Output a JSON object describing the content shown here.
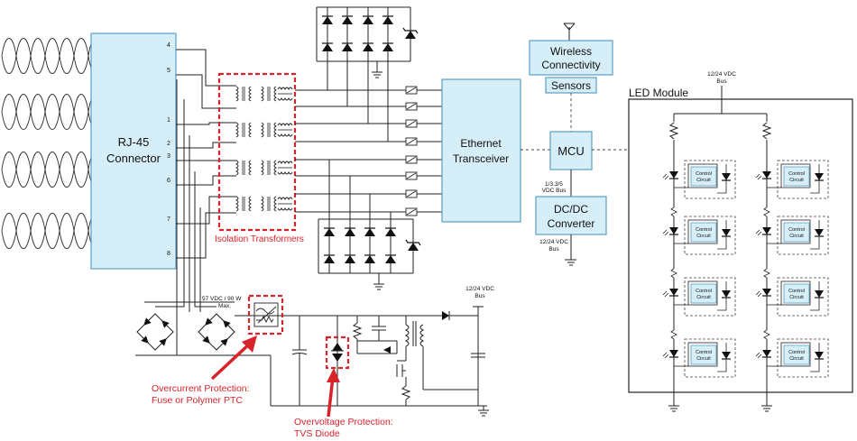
{
  "rj45": {
    "title_line1": "RJ-45",
    "title_line2": "Connector",
    "pins": [
      "4",
      "5",
      "1",
      "2",
      "3",
      "6",
      "7",
      "8"
    ]
  },
  "isolation": {
    "label": "Isolation Transformers"
  },
  "ethernet": {
    "line1": "Ethernet",
    "line2": "Transceiver"
  },
  "wireless": {
    "line1": "Wireless",
    "line2": "Connectivity"
  },
  "sensors": {
    "label": "Sensors"
  },
  "mcu": {
    "label": "MCU"
  },
  "dcdc": {
    "line1": "DC/DC",
    "line2": "Converter"
  },
  "bus_labels": {
    "mcu_bus_1": "1/3.3/5",
    "mcu_bus_2": "VDC Bus",
    "dcdc_bus_1": "12/24 VDC",
    "dcdc_bus_2": "Bus",
    "led_bus_1": "12/24 VDC",
    "led_bus_2": "Bus",
    "out_bus_1": "12/24 VDC",
    "out_bus_2": "Bus"
  },
  "power": {
    "rating_1": "57 VDC / 90 W",
    "rating_2": "Max."
  },
  "led_module": {
    "title": "LED Module",
    "control_line1": "Control",
    "control_line2": "Circuit"
  },
  "callouts": {
    "overcurrent_1": "Overcurrent Protection:",
    "overcurrent_2": "Fuse or Polymer PTC",
    "overvoltage_1": "Overvoltage Protection:",
    "overvoltage_2": "TVS Diode"
  },
  "colors": {
    "block_fill": "#d6eef8",
    "block_stroke": "#5d9ec4",
    "callout_red": "#d9232a"
  }
}
